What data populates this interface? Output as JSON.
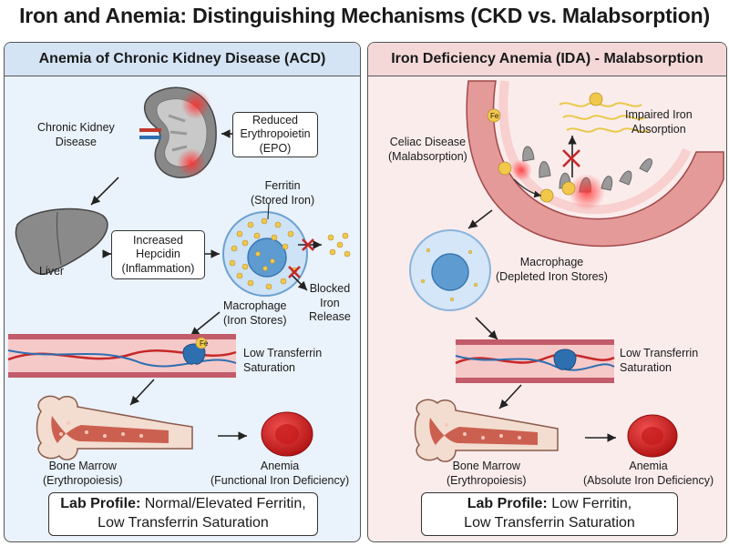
{
  "title": "Iron and Anemia: Distinguishing Mechanisms (CKD vs. Malabsorption)",
  "left": {
    "header": "Anemia of Chronic Kidney Disease (ACD)",
    "kidney_label": [
      "Chronic Kidney",
      "Disease"
    ],
    "epo_box": [
      "Reduced",
      "Erythropoietin",
      "(EPO)"
    ],
    "liver_label": "Liver",
    "hepcidin_box": [
      "Increased",
      "Hepcidin",
      "(Inflammation)"
    ],
    "ferritin_label": [
      "Ferritin",
      "(Stored Iron)"
    ],
    "macrophage_label": [
      "Macrophage",
      "(Iron Stores)"
    ],
    "blocked_label": [
      "Blocked",
      "Iron",
      "Release"
    ],
    "transferrin_label": [
      "Low Transferrin",
      "Saturation"
    ],
    "fe_label": "Fe",
    "marrow_label": [
      "Bone Marrow",
      "(Erythropoiesis)"
    ],
    "anemia_label": [
      "Anemia",
      "(Functional Iron Deficiency)"
    ],
    "lab_title": "Lab Profile:",
    "lab_line1": "Normal/Elevated Ferritin,",
    "lab_line2": "Low Transferrin Saturation"
  },
  "right": {
    "header": "Iron Deficiency Anemia (IDA) - Malabsorption",
    "celiac_label": [
      "Celiac Disease",
      "(Malabsorption)"
    ],
    "impaired_label": [
      "Impaired Iron",
      "Absorption"
    ],
    "fe_label": "Fe",
    "macrophage_label": [
      "Macrophage",
      "(Depleted Iron Stores)"
    ],
    "transferrin_label": [
      "Low Transferrin",
      "Saturation"
    ],
    "marrow_label": [
      "Bone Marrow",
      "(Erythropoiesis)"
    ],
    "anemia_label": [
      "Anemia",
      "(Absolute Iron Deficiency)"
    ],
    "lab_title": "Lab Profile:",
    "lab_line1": "Low Ferritin,",
    "lab_line2": "Low Transferrin Saturation"
  },
  "colors": {
    "left_panel_bg": "#eaf2fb",
    "right_panel_bg": "#fbecec",
    "iron_yellow": "#f2c84b",
    "block_red": "#c62828",
    "rbc_red": "#d32020",
    "vessel_pink": "#f6c9c9",
    "transferrin_blue": "#2e6fb0"
  }
}
